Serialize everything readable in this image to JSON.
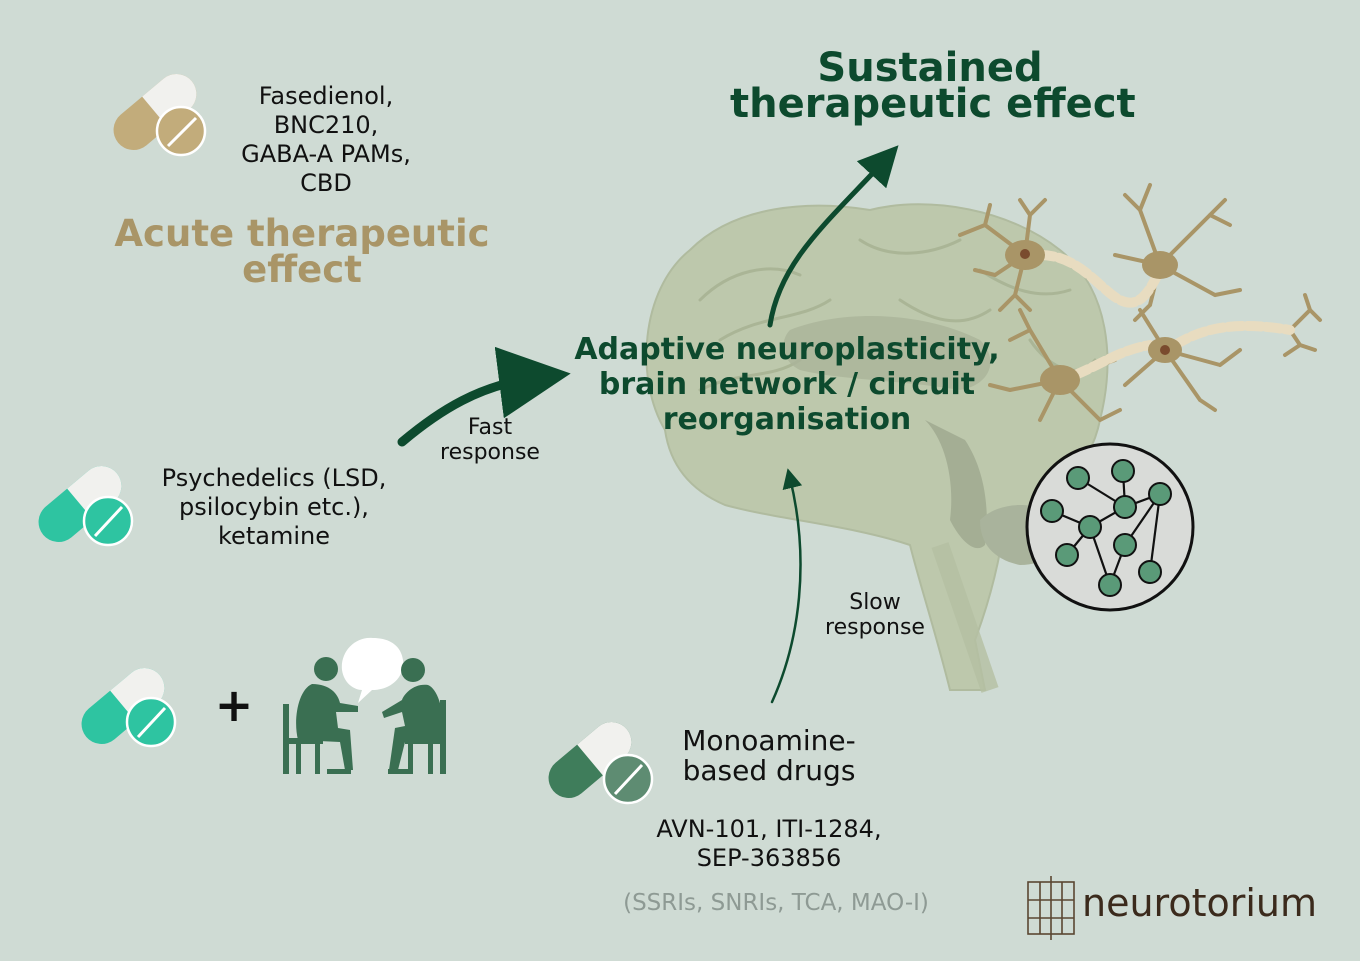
{
  "sustained_title": [
    "Sustained",
    "therapeutic effect"
  ],
  "acute_title": [
    "Acute therapeutic",
    "effect"
  ],
  "acute_drugs": [
    "Fasedienol,",
    "BNC210,",
    "GABA-A PAMs,",
    "CBD"
  ],
  "adaptive_text": [
    "Adaptive neuroplasticity,",
    "brain network / circuit",
    "reorganisation"
  ],
  "fast_response": [
    "Fast",
    "response"
  ],
  "slow_response": [
    "Slow",
    "response"
  ],
  "psychedelics": [
    "Psychedelics (LSD,",
    "psilocybin etc.),",
    "ketamine"
  ],
  "plus_sign": "+",
  "monoamine_title": [
    "Monoamine-",
    "based drugs"
  ],
  "monoamine_examples": [
    "AVN-101, ITI-1284,",
    "SEP-363856"
  ],
  "monoamine_classes": "(SSRIs, SNRIs, TCA, MAO-I)",
  "brand": "neurotorium",
  "colors": {
    "background": "#cfdbd4",
    "dark_green": "#0d4a2e",
    "tan": "#a99567",
    "teal": "#2ec4a1",
    "grey_text": "#8e9a94"
  },
  "icons": [
    "capsule-tablet-icon",
    "therapy-session-icon",
    "neuron-icon",
    "network-graph-icon",
    "brain-icon",
    "neurotorium-logo-icon"
  ]
}
